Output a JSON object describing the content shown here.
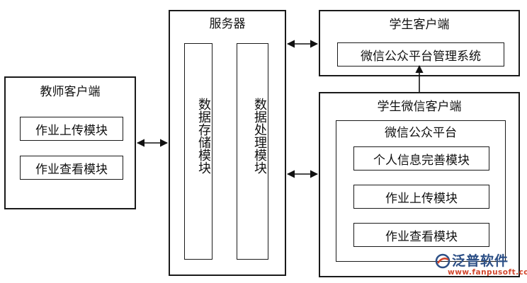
{
  "teacher_client": {
    "title": "教师客户端",
    "modules": [
      "作业上传模块",
      "作业查看模块"
    ]
  },
  "server": {
    "title": "服务器",
    "storage_module": "数据存储模块",
    "processing_module": "数据处理模块"
  },
  "student_client": {
    "title": "学生客户端",
    "system": "微信公众平台管理系统"
  },
  "student_wechat_client": {
    "title": "学生微信客户端",
    "platform": {
      "title": "微信公众平台",
      "modules": [
        "个人信息完善模块",
        "作业上传模块",
        "作业查看模块"
      ]
    }
  },
  "watermark": {
    "brand": "泛普软件",
    "url": "www.fanpusoft.com",
    "colors": {
      "brand": "#2c4f86",
      "url": "#d2452b"
    }
  }
}
